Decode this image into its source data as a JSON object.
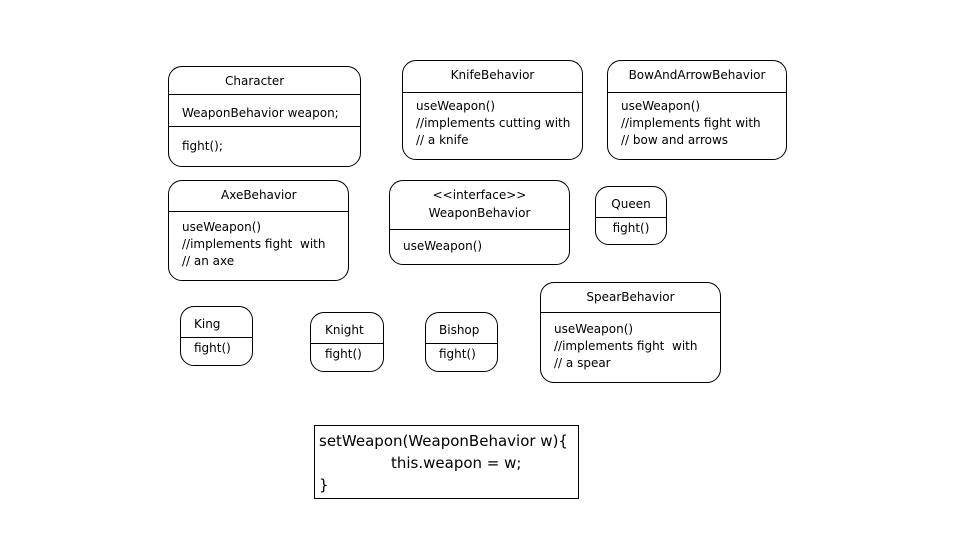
{
  "boxes": {
    "character": {
      "name": "Character",
      "field": "WeaponBehavior weapon;",
      "method": "fight();"
    },
    "knife": {
      "name": "KnifeBehavior",
      "method": "useWeapon()",
      "comment1": "//implements cutting with",
      "comment2": "// a knife"
    },
    "bow": {
      "name": "BowAndArrowBehavior",
      "method": "useWeapon()",
      "comment1": "//implements fight with",
      "comment2": "// bow and arrows"
    },
    "axe": {
      "name": "AxeBehavior",
      "method": "useWeapon()",
      "comment1": "//implements fight  with",
      "comment2": "// an axe"
    },
    "interface": {
      "stereotype": "<<interface>>",
      "name": "WeaponBehavior",
      "method": "useWeapon()"
    },
    "queen": {
      "name": "Queen",
      "method": "fight()"
    },
    "spear": {
      "name": "SpearBehavior",
      "method": "useWeapon()",
      "comment1": "//implements fight  with",
      "comment2": "// a spear"
    },
    "king": {
      "name": "King",
      "method": "fight()"
    },
    "knight": {
      "name": "Knight",
      "method": "fight()"
    },
    "bishop": {
      "name": "Bishop",
      "method": "fight()"
    }
  },
  "code_note": {
    "line1": "setWeapon(WeaponBehavior w){",
    "line2": "this.weapon = w;",
    "line3": "}"
  }
}
